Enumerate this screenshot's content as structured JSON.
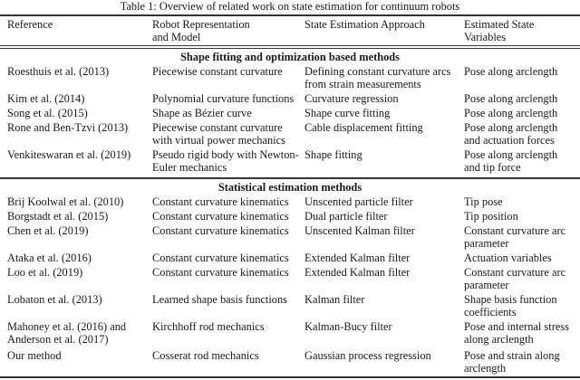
{
  "caption": "Table 1: Overview of related work on state estimation for continuum robots",
  "headers": [
    "Reference",
    "Robot Representation\nand Model",
    "State Estimation Approach",
    "Estimated State\nVariables"
  ],
  "sections": [
    {
      "title": "Shape fitting and optimization based methods",
      "rows": [
        [
          "Roesthuis et al. (2013)",
          "Piecewise constant curvature",
          "Defining constant curvature arcs\nfrom strain measurements",
          "Pose along arclength"
        ],
        [
          "Kim et al. (2014)",
          "Polynomial curvature functions",
          "Curvature regression",
          "Pose along arclength"
        ],
        [
          "Song et al. (2015)",
          "Shape as Bézier curve",
          "Shape curve fitting",
          "Pose along arclength"
        ],
        [
          "Rone and Ben-Tzvi (2013)",
          "Piecewise constant curvature\nwith virtual power mechanics",
          "Cable displacement fitting",
          "Pose along arclength\nand actuation forces"
        ],
        [
          "Venkiteswaran et al. (2019)",
          "Pseudo rigid body with Newton-\nEuler mechanics",
          "Shape fitting",
          "Pose along arclength\nand tip force"
        ]
      ]
    },
    {
      "title": "Statistical estimation methods",
      "rows": [
        [
          "Brij Koolwal et al. (2010)",
          "Constant curvature kinematics",
          "Unscented particle filter",
          "Tip pose"
        ],
        [
          "Borgstadt et al. (2015)",
          "Constant curvature kinematics",
          "Dual particle filter",
          "Tip position"
        ],
        [
          "Chen et al. (2019)",
          "Constant curvature kinematics",
          "Unscented Kalman filter",
          "Constant curvature arc\nparameter"
        ],
        [
          "Ataka et al. (2016)",
          "Constant curvature kinematics",
          "Extended Kalman filter",
          "Actuation variables"
        ],
        [
          "Loo et al. (2019)",
          "Constant curvature kinematics",
          "Extended Kalman filter",
          "Constant curvature arc\nparameter"
        ],
        [
          "Lobaton et al. (2013)",
          "Learned shape basis functions",
          "Kalman filter",
          "Shape basis function\ncoefficients"
        ],
        [
          "Mahoney et al. (2016) and\nAnderson et al. (2017)",
          "Kirchhoff rod mechanics",
          "Kalman-Bucy filter",
          "Pose and internal stress\nalong arclength"
        ],
        [
          "Our method",
          "Cosserat rod mechanics",
          "Gaussian process regression",
          "Pose and strain along\narclength"
        ]
      ]
    }
  ]
}
